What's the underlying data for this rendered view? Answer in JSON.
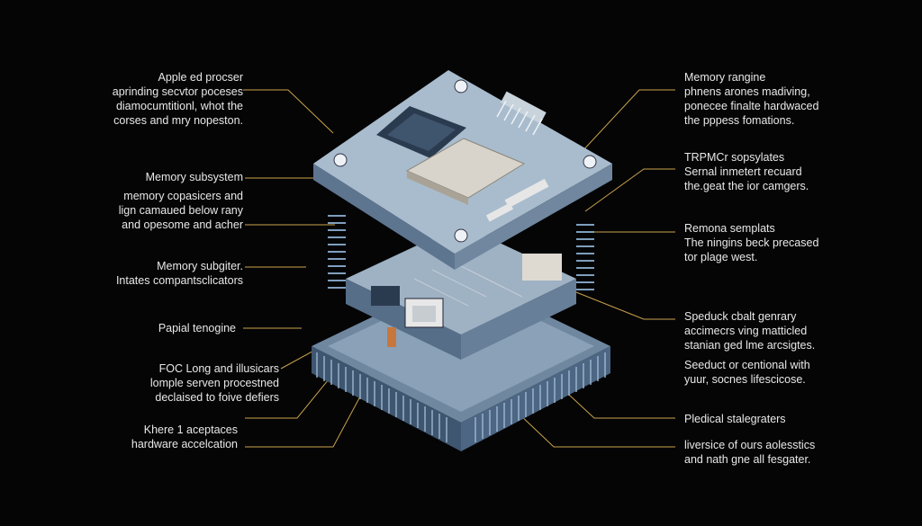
{
  "labels": {
    "l1": {
      "title": "Apple ed procser",
      "body": [
        "aprinding secvtor poceses",
        "diamocumtitionl, whot the",
        "corses and mry nopeston."
      ]
    },
    "l2": {
      "title": "Memory subsystem",
      "body": []
    },
    "l3": {
      "title": "memory copasicers and",
      "body": [
        "lign camaued below rany",
        "and opesome and acher"
      ]
    },
    "l4": {
      "title": "Memory subgiter.",
      "body": [
        "Intates compantsclicators"
      ]
    },
    "l5": {
      "title": "Papial tenogine",
      "body": []
    },
    "l6": {
      "title": "FOC Long and illusicars",
      "body": [
        "lomple serven procestned",
        "declaised to foive defiers"
      ]
    },
    "l7": {
      "title": "Khere 1 aceptaces",
      "body": [
        "hardware accelcation"
      ]
    },
    "r1": {
      "title": "Memory rangine",
      "body": [
        "phnens arones madiving,",
        "ponecee finalte hardwaced",
        "the pppess fomations."
      ]
    },
    "r2": {
      "title": "TRPMCr sopsylates",
      "body": [
        "Sernal inmetert recuard",
        "the.geat the ior camgers."
      ]
    },
    "r3": {
      "title": "Remona semplats",
      "body": [
        "The ningins beck precased",
        "tor plage west."
      ]
    },
    "r4": {
      "title": "Speduck cbalt genrary",
      "body": [
        "accimecrs ving matticled",
        "stanian ged lme arcsigtes."
      ]
    },
    "r5": {
      "title": "Seeduct or centional with",
      "body": [
        "yuur, socnes lifescicose."
      ]
    },
    "r6": {
      "title": "Pledical stalegraters",
      "body": []
    },
    "r7": {
      "title": "liversice of ours aolesstics",
      "body": [
        "and nath gne all fesgater."
      ]
    }
  },
  "colors": {
    "background": "#050506",
    "leader": "#c9a24a",
    "board_top": "#a9bccd",
    "board_side": "#5e7590",
    "chip": "#2b3b4f",
    "heatsink": "#d8d4cc",
    "pins": "#7f9fbd",
    "text": "#e8e8e8"
  }
}
